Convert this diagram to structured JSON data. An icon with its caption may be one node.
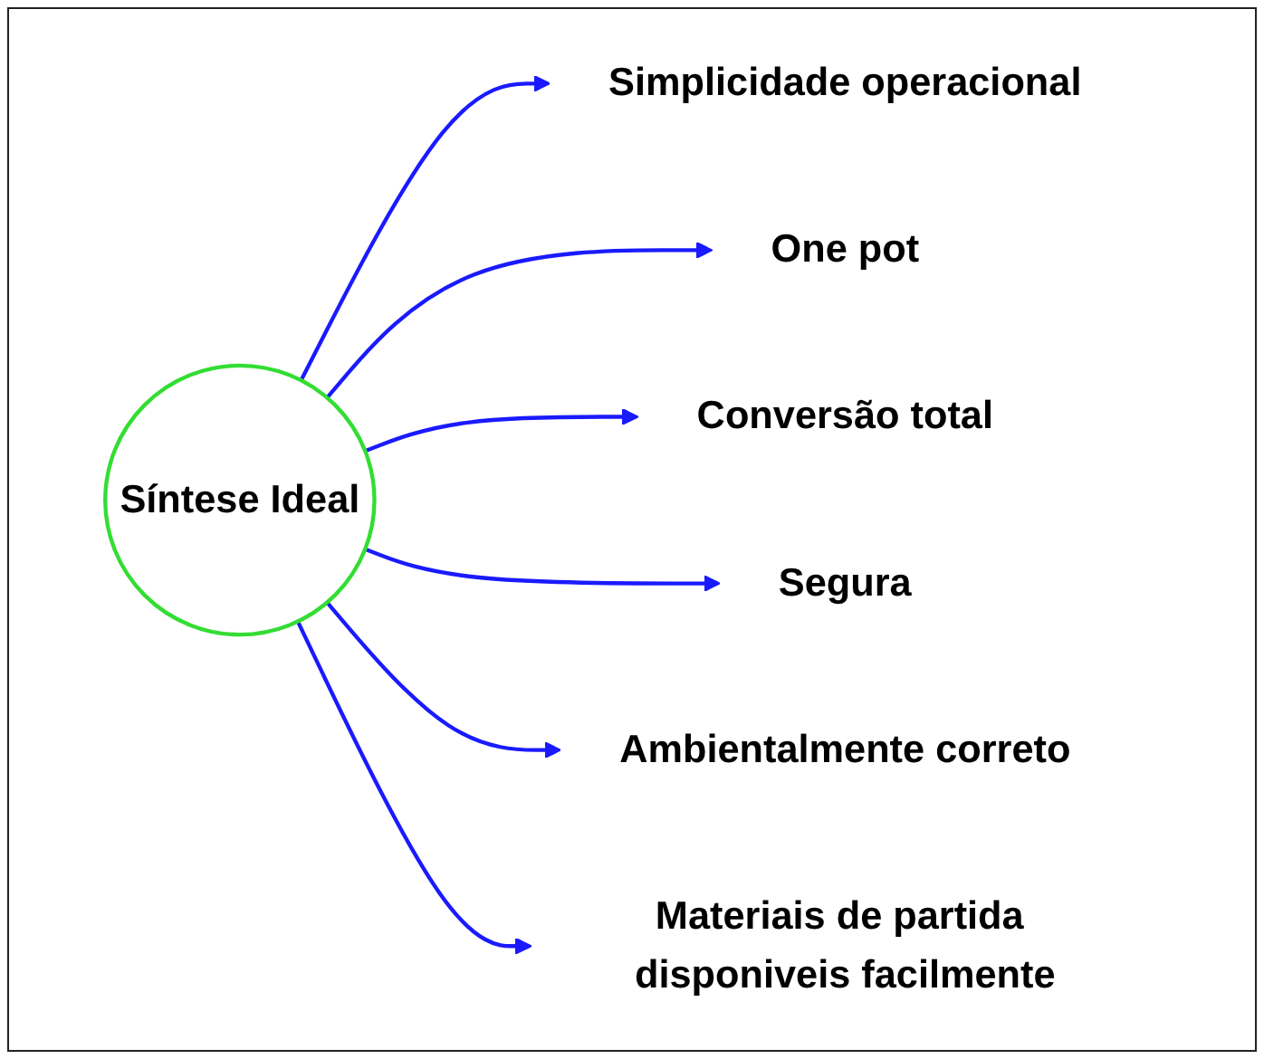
{
  "diagram": {
    "nodes": [
      {
        "text": [
          "Simplicidade operacional"
        ]
      },
      {
        "text": [
          "One pot"
        ]
      },
      {
        "text": [
          "Conversão total"
        ]
      },
      {
        "text": [
          "Síntese Ideal"
        ]
      },
      {
        "text": [
          "Segura"
        ]
      },
      {
        "text": [
          "Ambientalmente correto"
        ]
      },
      {
        "text": [
          "Materiais de partida disponiveis facilmente"
        ]
      }
    ],
    "edges": [
      {
        "from": 3,
        "to": 0,
        "arrow": "to"
      },
      {
        "from": 3,
        "to": 1,
        "arrow": "to"
      },
      {
        "from": 3,
        "to": 2,
        "arrow": "to"
      },
      {
        "from": 3,
        "to": 4,
        "arrow": "to"
      },
      {
        "from": 3,
        "to": 5,
        "arrow": "to"
      },
      {
        "from": 3,
        "to": 6,
        "arrow": "to"
      }
    ]
  }
}
